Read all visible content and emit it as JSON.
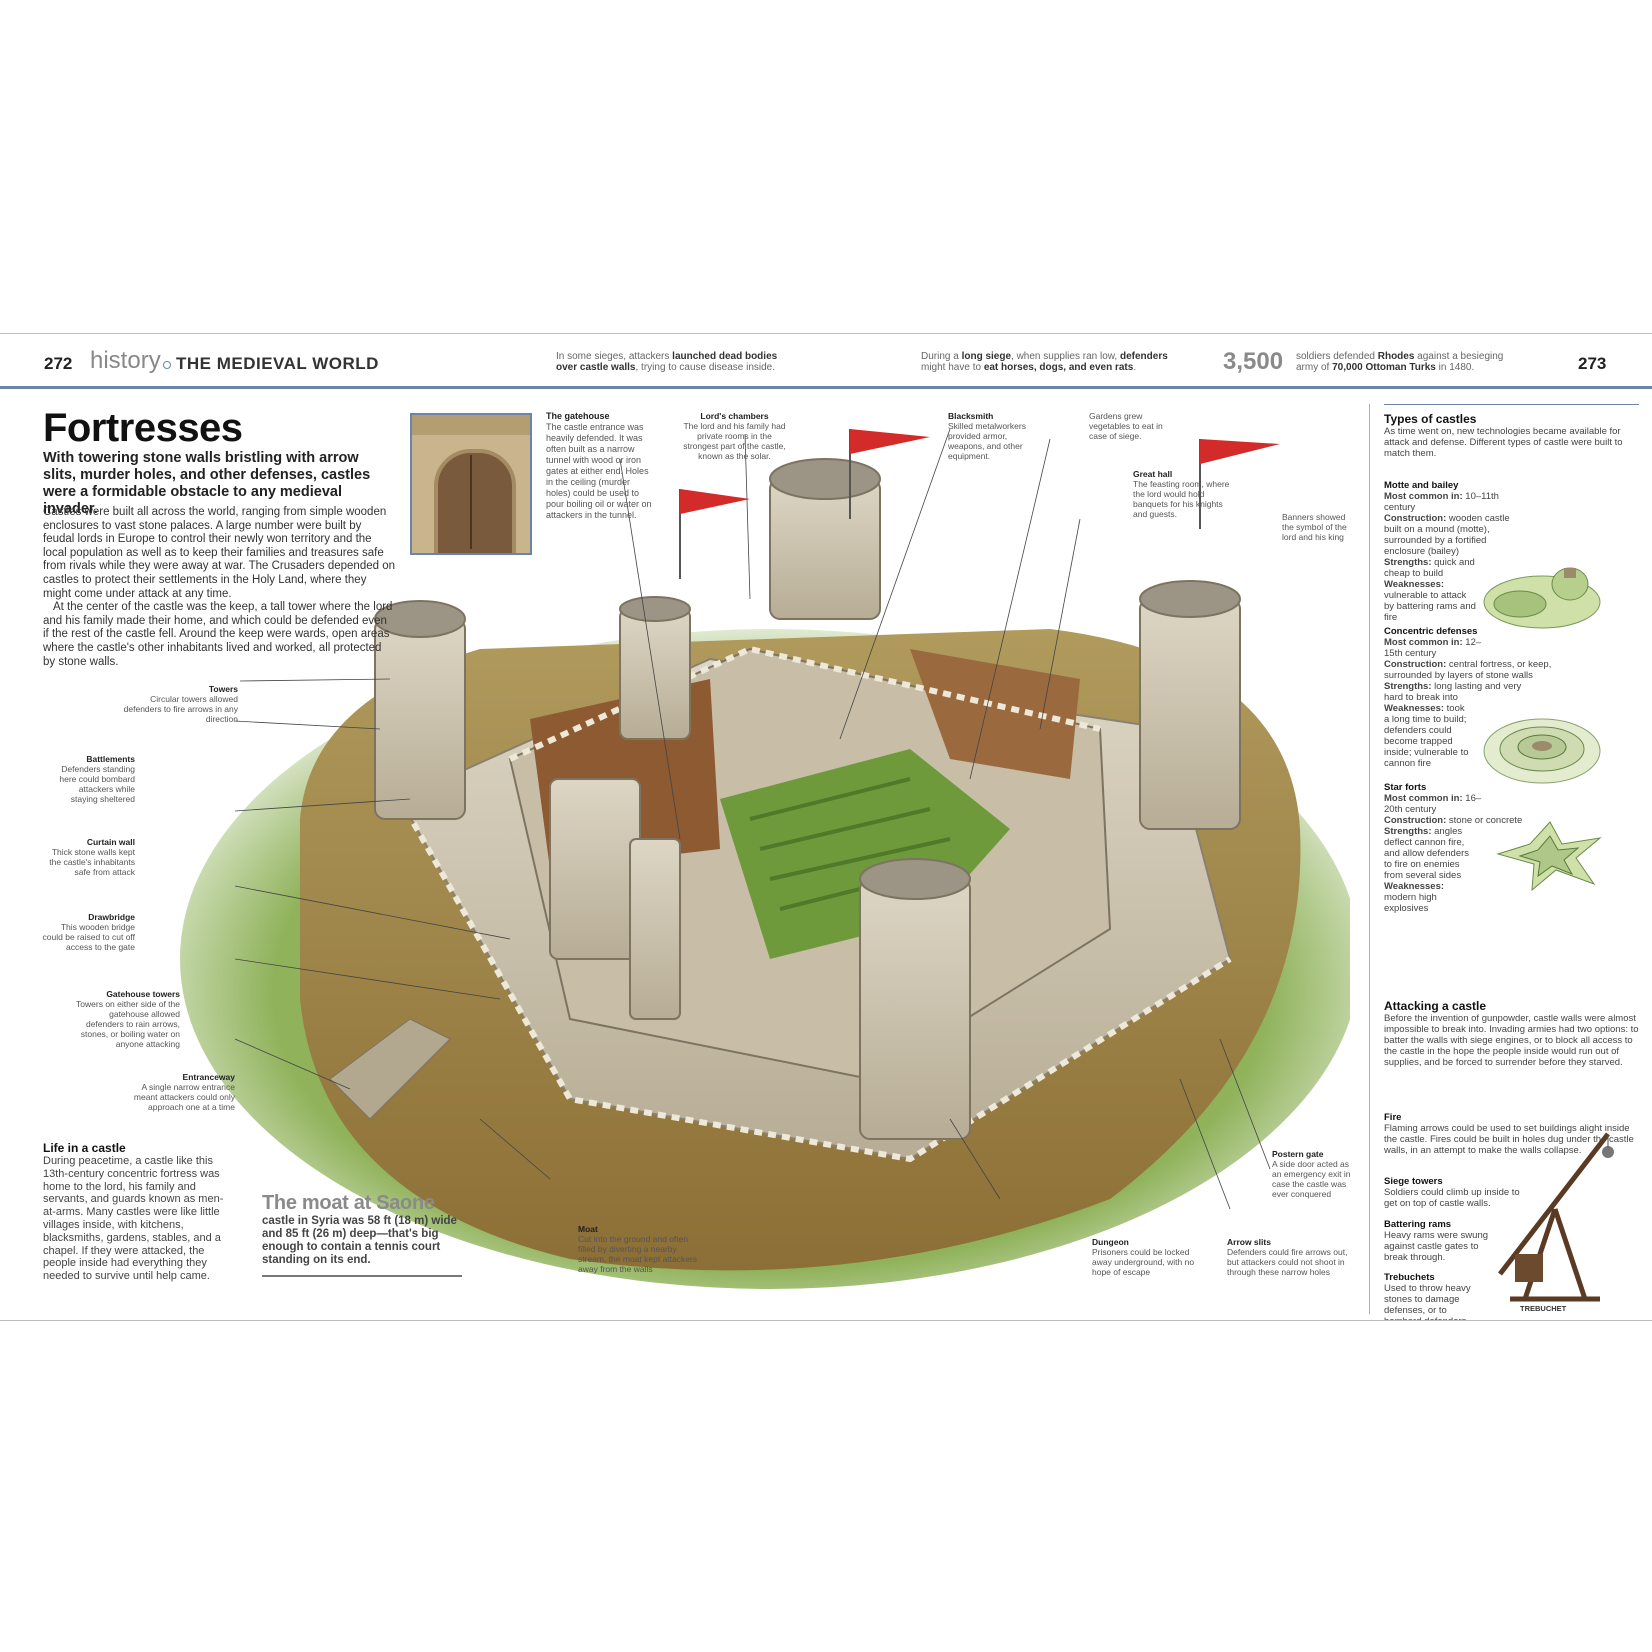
{
  "header": {
    "left_page": "272",
    "section": "history",
    "chapter": "THE MEDIEVAL WORLD",
    "fact1": [
      "In some sieges, attackers ",
      "launched dead bodies",
      "over castle walls",
      ", trying to cause disease inside."
    ],
    "fact2": [
      "During a ",
      "long siege",
      ", when supplies ran low, ",
      "defenders",
      "might have to ",
      "eat horses, dogs, and even rats",
      "."
    ],
    "big_number": "3,500",
    "fact3": [
      "soldiers defended ",
      "Rhodes",
      " against a besieging",
      "army of ",
      "70,000 Ottoman Turks",
      " in 1480."
    ],
    "right_page": "273"
  },
  "title": "Fortresses",
  "intro": "With towering stone walls bristling with arrow slits, murder holes, and other defenses, castles were a formidable obstacle to any medieval invader.",
  "body": [
    "Castles were built all across the world, ranging from simple wooden enclosures to vast stone palaces. A large number were built by feudal lords in Europe to control their newly won territory and the local population as well as to keep their families and treasures safe from rivals while they were away at war. The Crusaders depended on castles to protect their settlements in the Holy Land, where they might come under attack at any time.",
    "At the center of the castle was the keep, a tall tower where the lord and his family made their home, and which could be defended even if the rest of the castle fell. Around the keep were wards, open areas where the castle's other inhabitants lived and worked, all protected by stone walls."
  ],
  "callouts_left": [
    {
      "title": "Towers",
      "text": "Circular towers allowed defenders to fire arrows in any direction"
    },
    {
      "title": "Battlements",
      "text": "Defenders standing here could bombard attackers while staying sheltered"
    },
    {
      "title": "Curtain wall",
      "text": "Thick stone walls kept the castle's inhabitants safe from attack"
    },
    {
      "title": "Drawbridge",
      "text": "This wooden bridge could be raised to cut off access to the gate"
    },
    {
      "title": "Gatehouse towers",
      "text": "Towers on either side of the gatehouse allowed defenders to rain arrows, stones, or boiling water on anyone attacking"
    },
    {
      "title": "Entranceway",
      "text": "A single narrow entrance meant attackers could only approach one at a time"
    }
  ],
  "callouts_top": [
    {
      "title": "The gatehouse",
      "text": "The castle entrance was heavily defended. It was often built as a narrow tunnel with wood or iron gates at either end. Holes in the ceiling (murder holes) could be used to pour boiling oil or water on attackers in the tunnel."
    },
    {
      "title": "Lord's chambers",
      "text": "The lord and his family had private rooms in the strongest part of the castle, known as the solar."
    },
    {
      "title": "Blacksmith",
      "text": "Skilled metalworkers provided armor, weapons, and other equipment."
    },
    {
      "title": "",
      "text": "Gardens grew vegetables to eat in case of siege."
    },
    {
      "title": "Great hall",
      "text": "The feasting room, where the lord would hold banquets for his knights and guests."
    },
    {
      "title": "",
      "text": "Banners showed the symbol of the lord and his king"
    }
  ],
  "callouts_bottom": [
    {
      "title": "Moat",
      "text": "Cut into the ground and often filled by diverting a nearby stream, the moat kept attackers away from the walls"
    },
    {
      "title": "Dungeon",
      "text": "Prisoners could be locked away underground, with no hope of escape"
    },
    {
      "title": "Arrow slits",
      "text": "Defenders could fire arrows out, but attackers could not shoot in through these narrow holes"
    },
    {
      "title": "Postern gate",
      "text": "A side door acted as an emergency exit in case the castle was ever conquered"
    }
  ],
  "moat_box": {
    "title": "The moat at Saone",
    "text": "castle in Syria was 58 ft (18 m) wide and 85 ft (26 m) deep—that's big enough to contain a tennis court standing on its end."
  },
  "life": {
    "title": "Life in a castle",
    "text": "During peacetime, a castle like this 13th-century concentric fortress was home to the lord, his family and servants, and guards known as men-at-arms. Many castles were like little villages inside, with kitchens, blacksmiths, gardens, stables, and a chapel. If they were attacked, the people inside had everything they needed to survive until help came."
  },
  "types": {
    "title": "Types of castles",
    "intro": "As time went on, new technologies became available for attack and defense. Different types of castle were built to match them.",
    "items": [
      {
        "name": "Motte and bailey",
        "lines": [
          [
            "Most common in:",
            " 10–11th century"
          ],
          [
            "Construction:",
            " wooden castle built on a mound (motte), surrounded by a fortified enclosure (bailey)"
          ],
          [
            "Strengths:",
            " quick and cheap to build"
          ],
          [
            "Weaknesses:",
            " vulnerable to attack by battering rams and fire"
          ]
        ]
      },
      {
        "name": "Concentric defenses",
        "lines": [
          [
            "Most common in:",
            " 12–15th century"
          ],
          [
            "Construction:",
            " central fortress, or keep, surrounded by layers of stone walls"
          ],
          [
            "Strengths:",
            " long lasting and very hard to break into"
          ],
          [
            "Weaknesses:",
            " took a long time to build; defenders could become trapped inside; vulnerable to cannon fire"
          ]
        ]
      },
      {
        "name": "Star forts",
        "lines": [
          [
            "Most common in:",
            " 16–20th century"
          ],
          [
            "Construction:",
            " stone or concrete"
          ],
          [
            "Strengths:",
            " angles deflect cannon fire, and allow defenders to fire on enemies from several sides"
          ],
          [
            "Weaknesses:",
            " modern high explosives"
          ]
        ]
      }
    ]
  },
  "attack": {
    "title": "Attacking a castle",
    "intro": "Before the invention of gunpowder, castle walls were almost impossible to break into. Invading armies had two options: to batter the walls with siege engines, or to block all access to the castle in the hope the people inside would run out of supplies, and be forced to surrender before they starved.",
    "items": [
      {
        "name": "Fire",
        "text": "Flaming arrows could be used to set buildings alight inside the castle. Fires could be built in holes dug under the castle walls, in an attempt to make the walls collapse."
      },
      {
        "name": "Siege towers",
        "text": "Soldiers could climb up inside to get on top of castle walls."
      },
      {
        "name": "Battering rams",
        "text": "Heavy rams were swung against castle gates to break through."
      },
      {
        "name": "Trebuchets",
        "text": "Used to throw heavy stones to damage defenses, or to bombard defenders inside the walls."
      }
    ],
    "trebuchet_label": "TREBUCHET"
  },
  "colors": {
    "accent": "#6b85a8",
    "banner": "#d32a2a",
    "stone": "#cfc6b2",
    "grass": "#7fa94c",
    "moat": "#a98b4e"
  }
}
